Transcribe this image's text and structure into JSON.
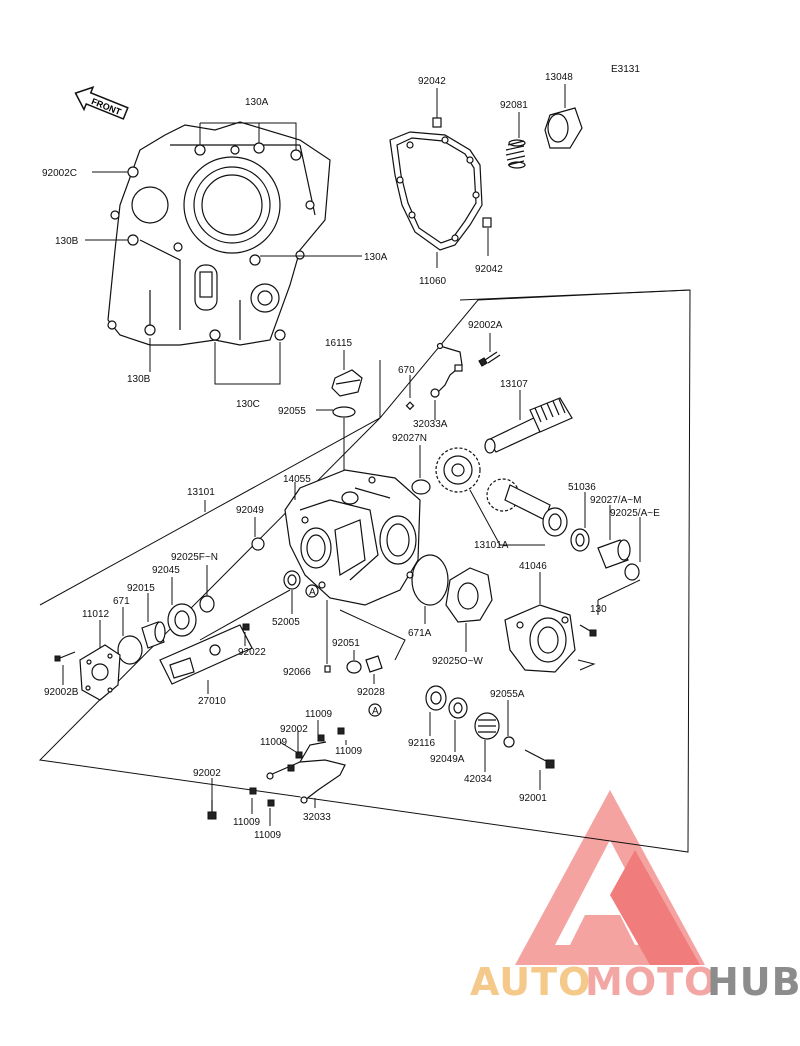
{
  "diagram": {
    "code": "E3131",
    "front_arrow": "FRONT",
    "labels": {
      "l130A_top": "130A",
      "l92002C": "92002C",
      "l130B_left": "130B",
      "l130A_right": "130A",
      "l130B_bottom": "130B",
      "l130C": "130C",
      "l92042_top": "92042",
      "l13048": "13048",
      "l92081": "92081",
      "l11060": "11060",
      "l92042_bot": "92042",
      "l92002A": "92002A",
      "l16115": "16115",
      "l670": "670",
      "l13107": "13107",
      "l92055": "92055",
      "l32033A": "32033A",
      "l92027N": "92027N",
      "l14055": "14055",
      "l13101": "13101",
      "l51036": "51036",
      "l92027AM": "92027/A~M",
      "l92025AE": "92025/A~E",
      "l92049": "92049",
      "l13101A": "13101A",
      "l92025FN": "92025F~N",
      "l41046": "41046",
      "l92045": "92045",
      "l92015": "92015",
      "l671": "671",
      "l11012": "11012",
      "l52005": "52005",
      "l130_right": "130",
      "l671A": "671A",
      "l92022": "92022",
      "l92051": "92051",
      "l92025OW": "92025O~W",
      "l92066": "92066",
      "l92002B": "92002B",
      "l27010": "27010",
      "l92028": "92028",
      "l11009_a": "11009",
      "l92002_a": "92002",
      "l11009_b": "11009",
      "l11009_c": "11009",
      "l92116": "92116",
      "l92049A": "92049A",
      "l42034": "42034",
      "l92055A": "92055A",
      "l92001": "92001",
      "l92002_b": "92002",
      "l11009_d": "11009",
      "l11009_e": "11009",
      "l32033": "32033",
      "ref_a1": "A",
      "ref_a2": "A"
    },
    "watermark": {
      "text_part1": "AUTO",
      "text_part2": "MOTO",
      "text_part3": "HUB",
      "colors": {
        "auto": "#f5c98a",
        "moto": "#f3a7a5",
        "hub": "#8c8c8c",
        "logo": "#f07b7b"
      }
    }
  }
}
